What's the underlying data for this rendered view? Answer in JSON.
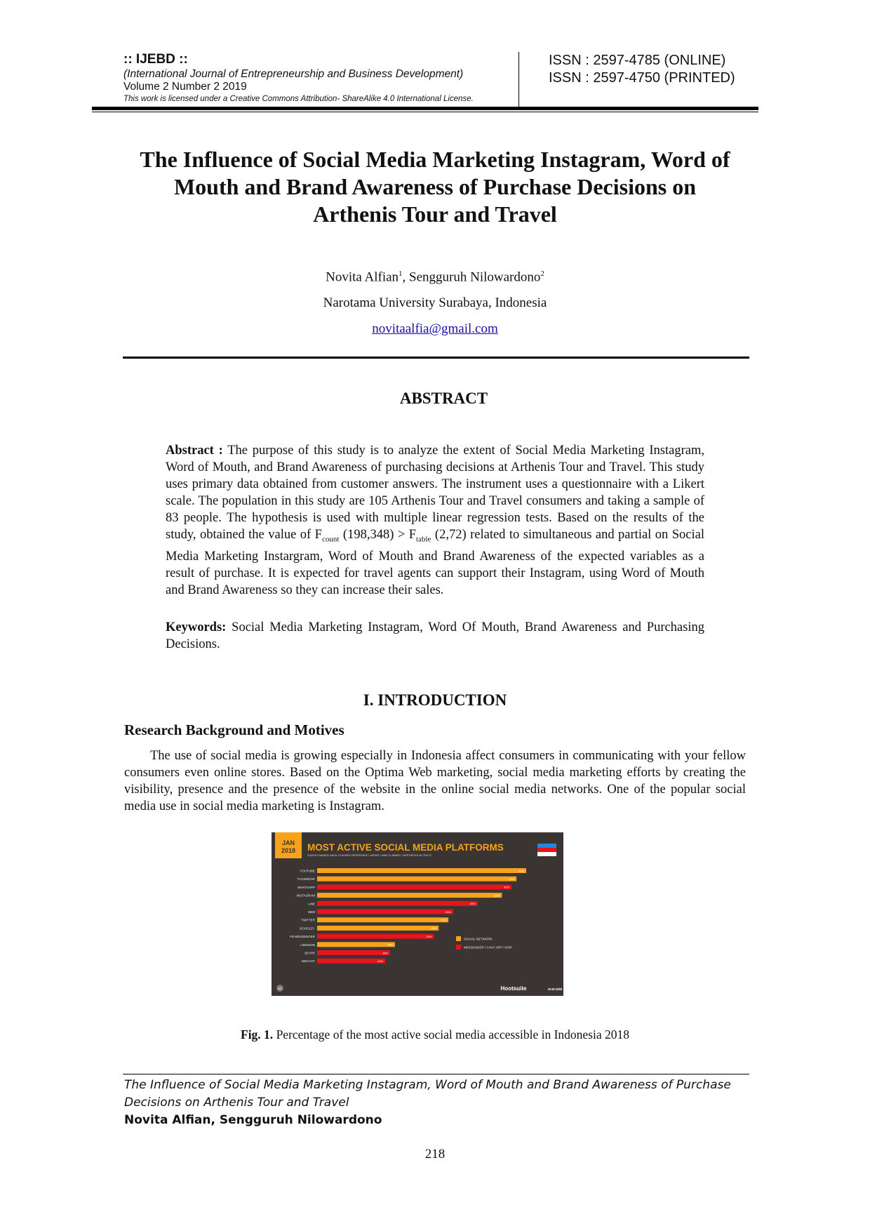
{
  "header": {
    "journal_short": ":: IJEBD ::",
    "journal_full": "(International Journal of Entrepreneurship and Business Development)",
    "volume": "Volume 2 Number 2  2019",
    "license": "This work is licensed under a Creative Commons Attribution-  ShareAlike 4.0 International License.",
    "issn_online": "ISSN : 2597-4785 (ONLINE)",
    "issn_printed": "ISSN : 2597-4750 (PRINTED)"
  },
  "title": {
    "line1": "The Influence of Social Media Marketing Instagram, Word of",
    "line2": "Mouth and Brand Awareness of Purchase Decisions on",
    "line3": "Arthenis Tour and Travel"
  },
  "authors": {
    "a1": "Novita Alfian",
    "s1": "1",
    "a2": ", Sengguruh Nilowardono",
    "s2": "2",
    "affiliation": "Narotama University Surabaya, Indonesia",
    "email": "novitaalfia@gmail.com"
  },
  "abstract": {
    "heading": "ABSTRACT",
    "label": "Abstract :",
    "text1": " The purpose of this study is to analyze the extent of Social Media Marketing Instagram, Word of Mouth, and Brand Awareness of purchasing decisions at Arthenis Tour and Travel. This study uses primary data obtained from customer answers. The instrument uses a questionnaire with a Likert scale. The population in this study are 105 Arthenis Tour and Travel consumers and taking a sample of 83 people. The hypothesis is used with multiple linear regression tests. Based on the results of the study, obtained the value of F",
    "sub1": "count",
    "text2": " (198,348) > F",
    "sub2": "table",
    "text3": " (2,72) related to simultaneous and partial on Social Media Marketing Instargram, Word of Mouth and Brand Awareness of the expected variables as a result of purchase. It is expected for travel agents can support their Instagram, using Word of Mouth and Brand Awareness so they can increase their sales.",
    "kw_label": "Keywords:",
    "kw_text": " Social Media Marketing Instagram, Word Of Mouth, Brand Awareness and Purchasing Decisions."
  },
  "intro": {
    "heading": "I. INTRODUCTION",
    "subheading": "Research Background and Motives",
    "para": "The use of social media is growing especially in Indonesia affect consumers in communicating with your fellow consumers even online stores. Based on the Optima Web marketing, social media marketing efforts by creating the visibility, presence and the presence of the website in the online social media networks. One of the popular social media use in social media marketing is Instagram."
  },
  "figure": {
    "label": "Fig. 1.",
    "caption": " Percentage of the most active social media accessible in Indonesia 2018"
  },
  "chart_data": {
    "type": "bar",
    "orientation": "horizontal",
    "badge_line1": "JAN",
    "badge_line2": "2018",
    "title": "MOST ACTIVE SOCIAL MEDIA PLATFORMS",
    "subtitle": "SURVEY-BASED DATA: FIGURES REPRESENT USERS' OWN CLAIMED / REPORTED ACTIVITY",
    "categories": [
      "YOUTUBE",
      "FACEBOOK",
      "WHATSAPP",
      "INSTAGRAM",
      "LINE",
      "BBM",
      "TWITTER",
      "GOOGLE+",
      "FB MESSENGER",
      "LINKEDIN",
      "SKYPE",
      "WECHAT"
    ],
    "values": [
      43,
      41,
      40,
      38,
      33,
      28,
      27,
      25,
      24,
      16,
      15,
      14
    ],
    "types": [
      "social",
      "social",
      "messenger",
      "social",
      "messenger",
      "messenger",
      "social",
      "social",
      "messenger",
      "social",
      "messenger",
      "messenger"
    ],
    "legend": [
      {
        "key": "social",
        "label": "SOCIAL NETWORK",
        "color": "#f7a21b"
      },
      {
        "key": "messenger",
        "label": "MESSENGER / CHAT APP / VOIP",
        "color": "#e8141b"
      }
    ],
    "unit": "%",
    "xlim": [
      0,
      43
    ],
    "brand1": "Hootsuite",
    "brand2": "we are social",
    "page_num": "52"
  },
  "footer": {
    "title1": "The Influence of Social Media Marketing Instagram, Word of Mouth and Brand Awareness of Purchase",
    "title2": "Decisions on Arthenis Tour and Travel",
    "authors": "Novita Alfian, Sengguruh Nilowardono",
    "page": "218"
  }
}
